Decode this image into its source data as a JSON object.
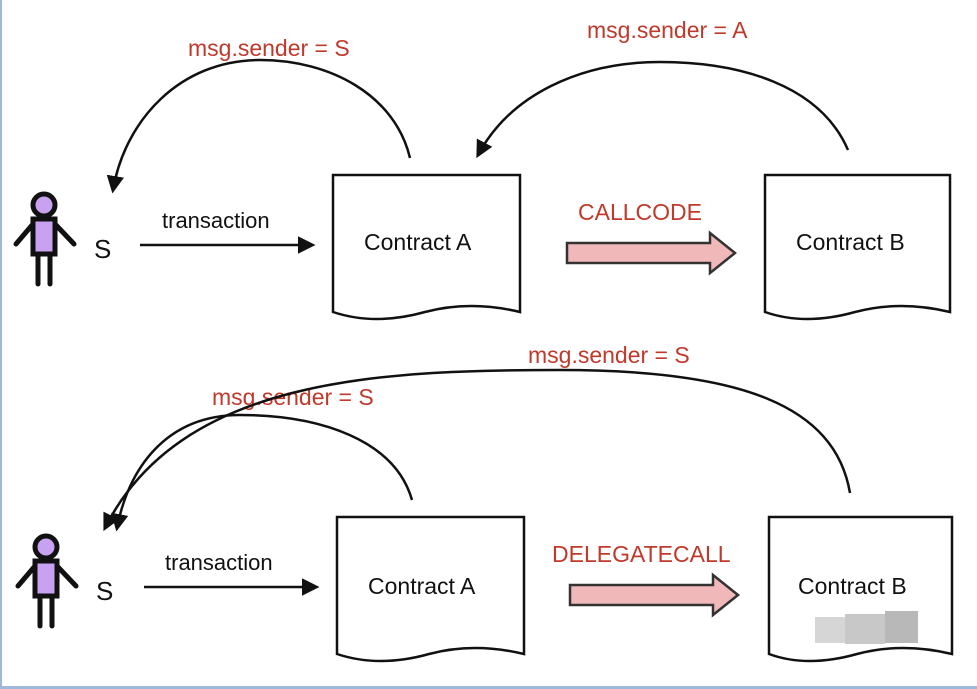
{
  "top_diagram": {
    "actor_label": "S",
    "transaction_label": "transaction",
    "contract_a_label": "Contract A",
    "contract_b_label": "Contract B",
    "call_label": "CALLCODE",
    "sender_a_to_s": "msg.sender = S",
    "sender_b_to_a": "msg.sender = A"
  },
  "bottom_diagram": {
    "actor_label": "S",
    "transaction_label": "transaction",
    "contract_a_label": "Contract A",
    "contract_b_label": "Contract B",
    "call_label": "DELEGATECALL",
    "sender_a_to_s": "msg.sender = S",
    "sender_b_to_s": "msg.sender = S"
  },
  "colors": {
    "label_red": "#c0392b",
    "actor_body": "#c8a2f0",
    "call_arrow_fill": "#f0b8b8",
    "call_arrow_stroke": "#333333"
  }
}
